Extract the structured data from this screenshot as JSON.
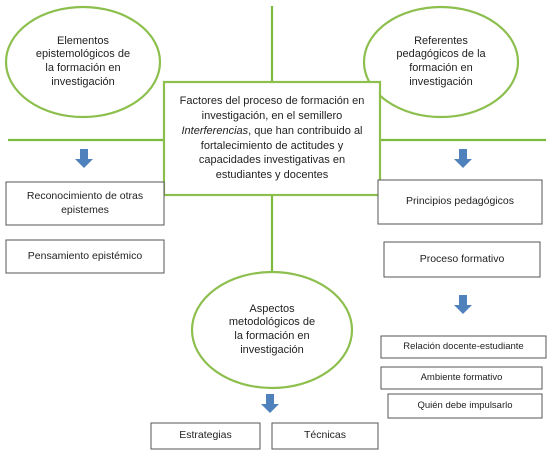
{
  "ovals": {
    "top_left": [
      "Elementos",
      "epistemológicos de",
      "la formación en",
      "investigación"
    ],
    "top_right": [
      "Referentes",
      "pedagógicos de la",
      "formación en",
      "investigación"
    ],
    "bottom_center": [
      "Aspectos",
      "metodológicos de",
      "la formación en",
      "investigación"
    ]
  },
  "center": {
    "line1": "Factores del proceso de formación en investigación, en el semillero",
    "italic": "Interferencias",
    "line2": ", que han contribuido al fortalecimiento de actitudes y capacidades investigativas en estudiantes y docentes"
  },
  "boxes": {
    "reconocimiento": "Reconocimiento de otras epistemes",
    "pensamiento": "Pensamiento epistémico",
    "principios": "Principios pedagógicos",
    "proceso": "Proceso formativo",
    "relacion": "Relación docente-estudiante",
    "ambiente": "Ambiente formativo",
    "quien": "Quién debe impulsarlo",
    "estrategias": "Estrategias",
    "tecnicas": "Técnicas"
  },
  "colors": {
    "oval_stroke": "#8cbf4e",
    "line": "#7dbb3f",
    "arrow": "#4f81bd",
    "box_stroke": "#555555"
  }
}
